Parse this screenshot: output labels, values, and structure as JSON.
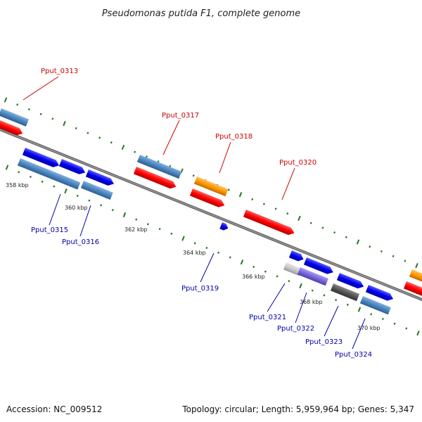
{
  "title": "Pseudomonas putida F1, complete genome",
  "footer": {
    "accession": "Accession: NC_009512",
    "summary": "Topology: circular; Length: 5,959,964 bp; Genes: 5,347"
  },
  "colors": {
    "red": "#ff0000",
    "blue": "#0000ee",
    "steel_blue": "#4a86c0",
    "orange": "#ff9900",
    "purple": "#7a66dd",
    "light_gray": "#c8c8c8",
    "dark_gray": "#555555",
    "tick_green": "#227722",
    "label_red": "#cc0000",
    "label_blue": "#0000aa"
  },
  "ticks": [
    {
      "label": "358 kbp"
    },
    {
      "label": "360 kbp"
    },
    {
      "label": "362 kbp"
    },
    {
      "label": "364 kbp"
    },
    {
      "label": "366 kbp"
    },
    {
      "label": "368 kbp"
    },
    {
      "label": "370 kbp"
    }
  ],
  "genes": {
    "top": [
      {
        "name": "Pput_0313"
      },
      {
        "name": "Pput_0317"
      },
      {
        "name": "Pput_0318"
      },
      {
        "name": "Pput_0320"
      }
    ],
    "bottom": [
      {
        "name": "Pput_0315"
      },
      {
        "name": "Pput_0316"
      },
      {
        "name": "Pput_0319"
      },
      {
        "name": "Pput_0321"
      },
      {
        "name": "Pput_0322"
      },
      {
        "name": "Pput_0323"
      },
      {
        "name": "Pput_0324"
      }
    ]
  }
}
